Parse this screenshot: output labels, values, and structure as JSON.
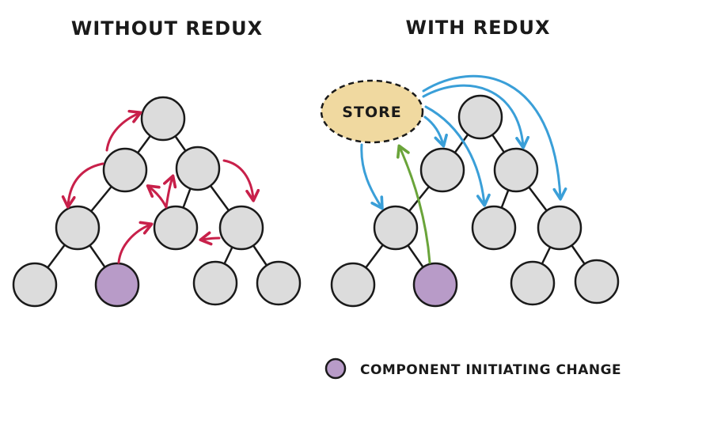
{
  "titles": {
    "left": "WITHOUT REDUX",
    "right": "WITH REDUX"
  },
  "store": {
    "label": "STORE"
  },
  "legend": {
    "label": "COMPONENT INITIATING CHANGE"
  },
  "colors": {
    "node_fill": "#dcdcdc",
    "node_stroke": "#1a1a1a",
    "initiator_fill": "#b89bc8",
    "store_fill": "#f0d9a0",
    "arrow_red": "#c8204a",
    "arrow_blue": "#3a9fd8",
    "arrow_green": "#6aa43a"
  }
}
